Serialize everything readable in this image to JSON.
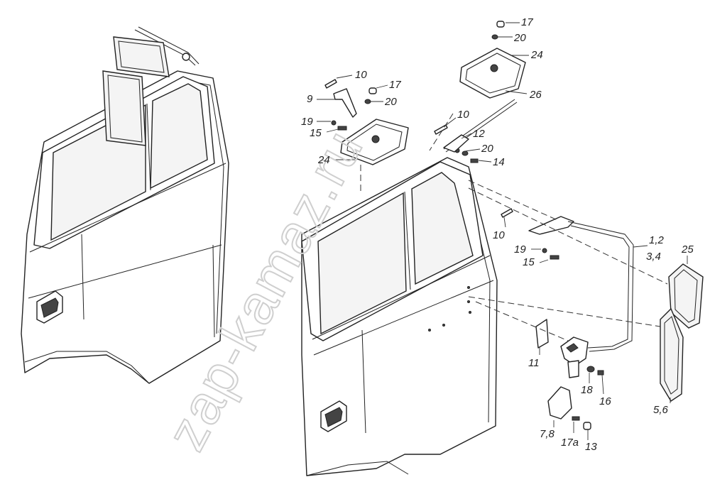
{
  "watermark": "zap-kamaz.ru",
  "callouts": {
    "c17_top": "17",
    "c20_top": "20",
    "c24_top": "24",
    "c26": "26",
    "c10_top": "10",
    "c17_left": "17",
    "c9": "9",
    "c20_left": "20",
    "c19_left": "19",
    "c15_left": "15",
    "c24_left": "24",
    "c10_mid": "10",
    "c12": "12",
    "c20_mid": "20",
    "c14": "14",
    "c10_low": "10",
    "c1_2": "1,2",
    "c3_4": "3,4",
    "c19_right": "19",
    "c15_right": "15",
    "c25": "25",
    "c11": "11",
    "c18": "18",
    "c16": "16",
    "c5_6": "5,6",
    "c7_8": "7,8",
    "c17a": "17a",
    "c13": "13"
  }
}
